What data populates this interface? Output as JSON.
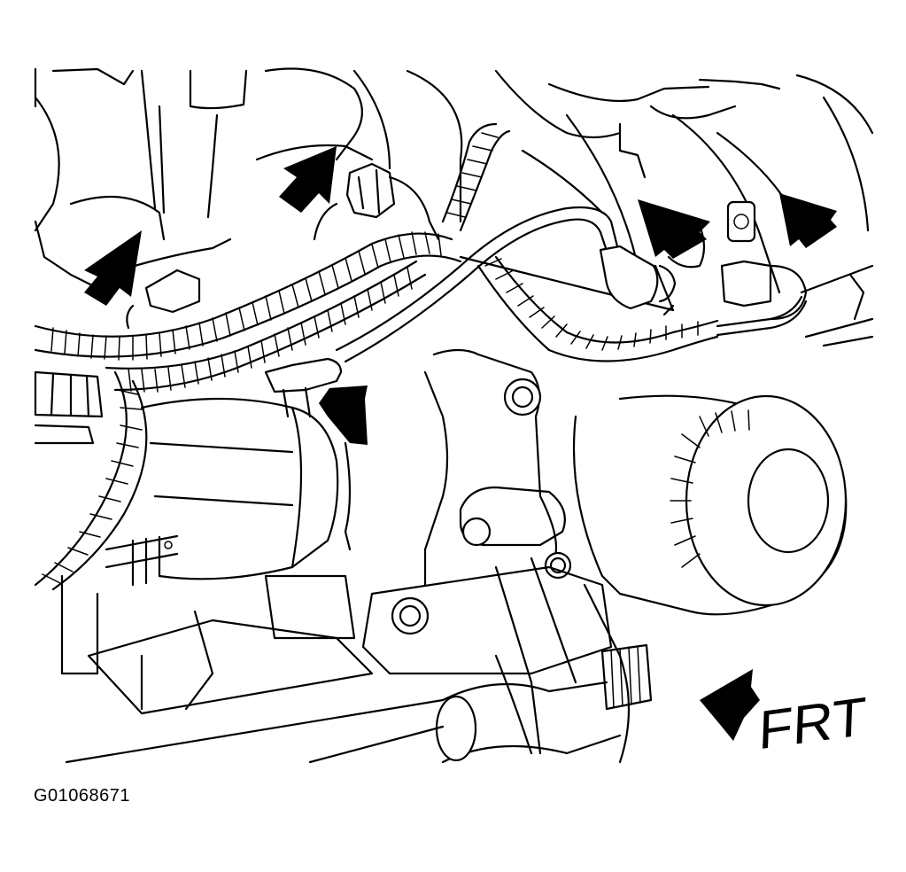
{
  "figure": {
    "id": "G01068671",
    "direction_label": "FRT"
  },
  "colors": {
    "ink": "#000000",
    "paper": "#ffffff"
  },
  "icons": [
    "callout-arrow",
    "front-direction-arrow"
  ]
}
